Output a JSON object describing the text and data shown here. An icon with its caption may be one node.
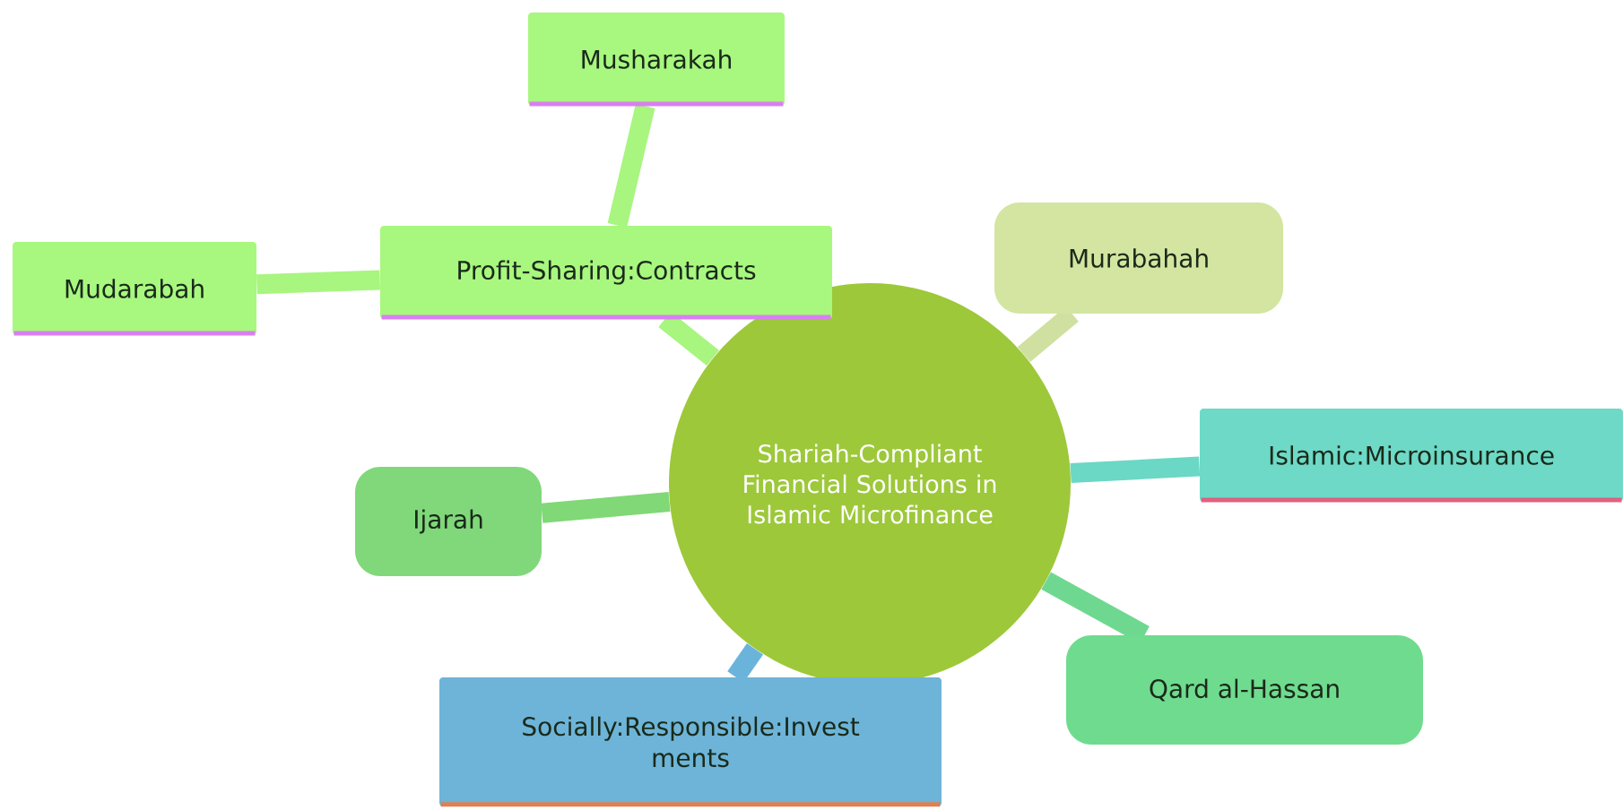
{
  "diagram": {
    "nodes": [
      {
        "text": [
          "Shariah-Compliant Financial Solutions in Islamic Microfinance"
        ]
      },
      {
        "text": [
          "Profit-Sharing:Contracts"
        ]
      },
      {
        "text": [
          "Musharakah"
        ]
      },
      {
        "text": [
          "Mudarabah"
        ]
      },
      {
        "text": [
          "Murabahah"
        ]
      },
      {
        "text": [
          "Islamic:Microinsurance"
        ]
      },
      {
        "text": [
          "Ijarah"
        ]
      },
      {
        "text": [
          "Qard al-Hassan"
        ]
      },
      {
        "text": [
          "Socially:Responsible:Invest ments"
        ]
      }
    ],
    "edges": [
      {
        "from": 0,
        "to": 1,
        "arrow": "none",
        "color": "#a8f57f"
      },
      {
        "from": 1,
        "to": 2,
        "arrow": "none",
        "color": "#a8f57f"
      },
      {
        "from": 1,
        "to": 3,
        "arrow": "none",
        "color": "#a8f57f"
      },
      {
        "from": 0,
        "to": 4,
        "arrow": "none",
        "color": "#cfe0a0"
      },
      {
        "from": 0,
        "to": 5,
        "arrow": "none",
        "color": "#6ad8c5"
      },
      {
        "from": 0,
        "to": 6,
        "arrow": "none",
        "color": "#80d877"
      },
      {
        "from": 0,
        "to": 7,
        "arrow": "none",
        "color": "#6fd890"
      },
      {
        "from": 0,
        "to": 8,
        "arrow": "none",
        "color": "#6ab4dc"
      }
    ]
  }
}
